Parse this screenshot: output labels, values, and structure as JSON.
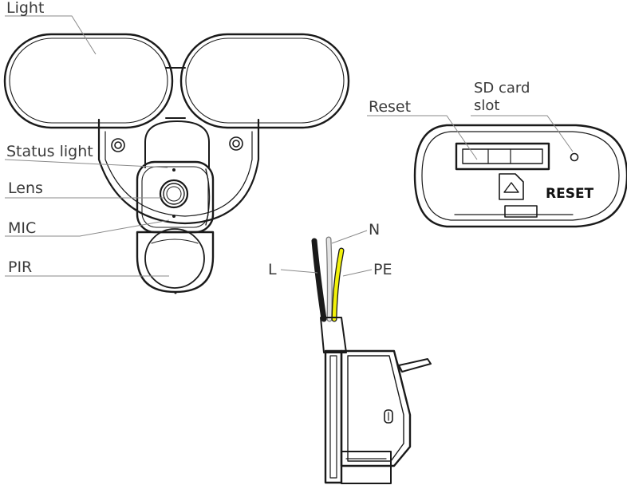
{
  "labels": {
    "light": "Light",
    "status_light": "Status light",
    "lens": "Lens",
    "mic": "MIC",
    "pir": "PIR",
    "reset": "Reset",
    "sd_card_line1": "SD card",
    "sd_card_line2": "slot",
    "wire_l": "L",
    "wire_n": "N",
    "wire_pe": "PE",
    "reset_stamp": "RESET"
  },
  "colors": {
    "ink": "#1a1a1a",
    "leader": "#8a8a8a",
    "label_text": "#3a3a3a",
    "wire_live": "#1a1a1a",
    "wire_neutral": "#e4e4e4",
    "wire_earth": "#f2f20a"
  }
}
